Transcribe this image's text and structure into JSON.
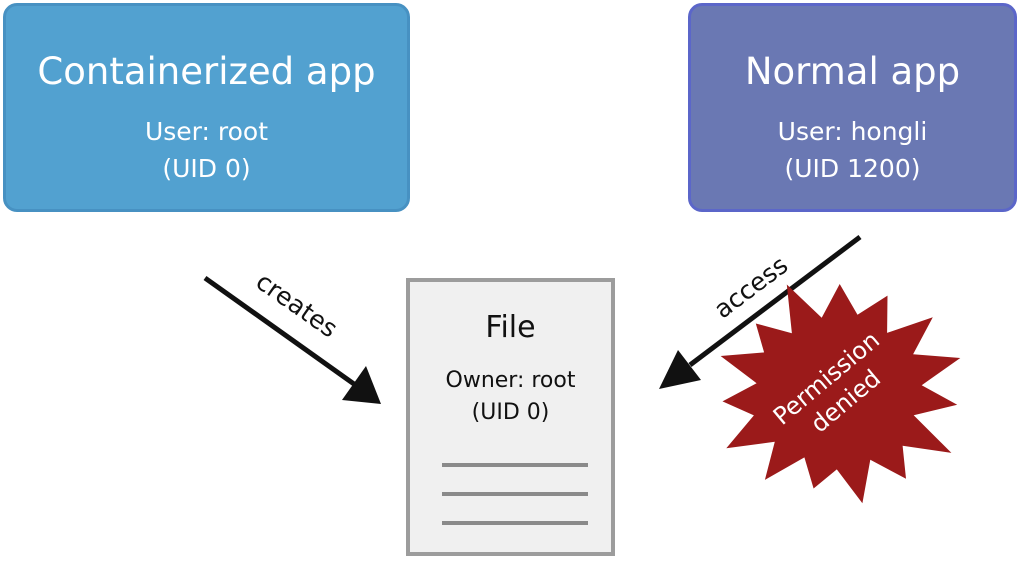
{
  "containerized_app": {
    "title": "Containerized app",
    "user": "User: root",
    "uid": "(UID 0)",
    "color": "#52a1d0"
  },
  "normal_app": {
    "title": "Normal app",
    "user": "User: hongli",
    "uid": "(UID 1200)",
    "color": "#6a78b3"
  },
  "file": {
    "title": "File",
    "owner": "Owner: root",
    "uid": "(UID 0)"
  },
  "arrows": {
    "creates_label": "creates",
    "access_label": "access"
  },
  "burst": {
    "line1": "Permission",
    "line2": "denied",
    "color": "#9b1a1a"
  }
}
